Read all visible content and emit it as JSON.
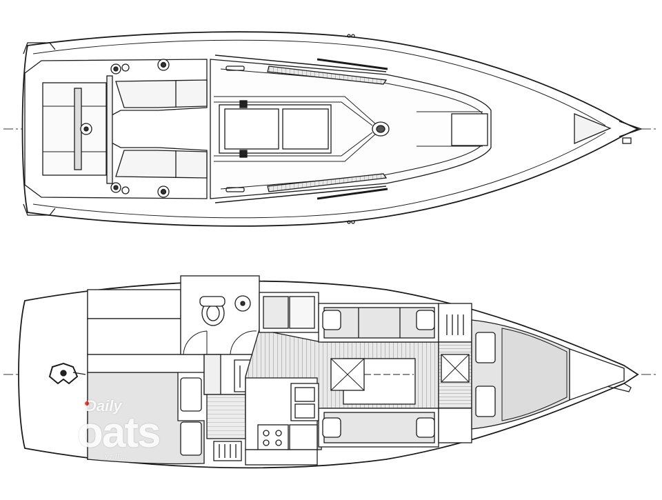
{
  "watermark": {
    "small": "Daily",
    "big": "oats",
    "tagline": "y  r   ll    ..."
  },
  "colors": {
    "line": "#1a1a1a",
    "hull_fill": "#ffffff",
    "shade": "#e2e2e2",
    "sole": "#b9b9b9"
  },
  "views": [
    "deck-plan",
    "interior-layout"
  ]
}
